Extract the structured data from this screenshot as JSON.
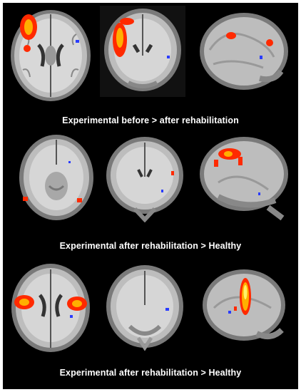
{
  "figure": {
    "panels": [
      {
        "caption": "Experimental before > after rehabilitation",
        "views": [
          "axial-slice",
          "coronal-slice",
          "sagittal-slice"
        ]
      },
      {
        "caption": "Experimental after rehabilitation > Healthy",
        "views": [
          "axial-slice",
          "coronal-slice",
          "sagittal-slice"
        ]
      },
      {
        "caption": "Experimental after rehabilitation > Healthy",
        "views": [
          "axial-slice",
          "coronal-slice",
          "sagittal-slice"
        ]
      }
    ],
    "colors": {
      "background": "#000000",
      "caption_text": "#ffffff",
      "activation_hot": "#ff2a00",
      "activation_warm": "#ffb000",
      "activation_cool": "#2a3cff"
    }
  }
}
